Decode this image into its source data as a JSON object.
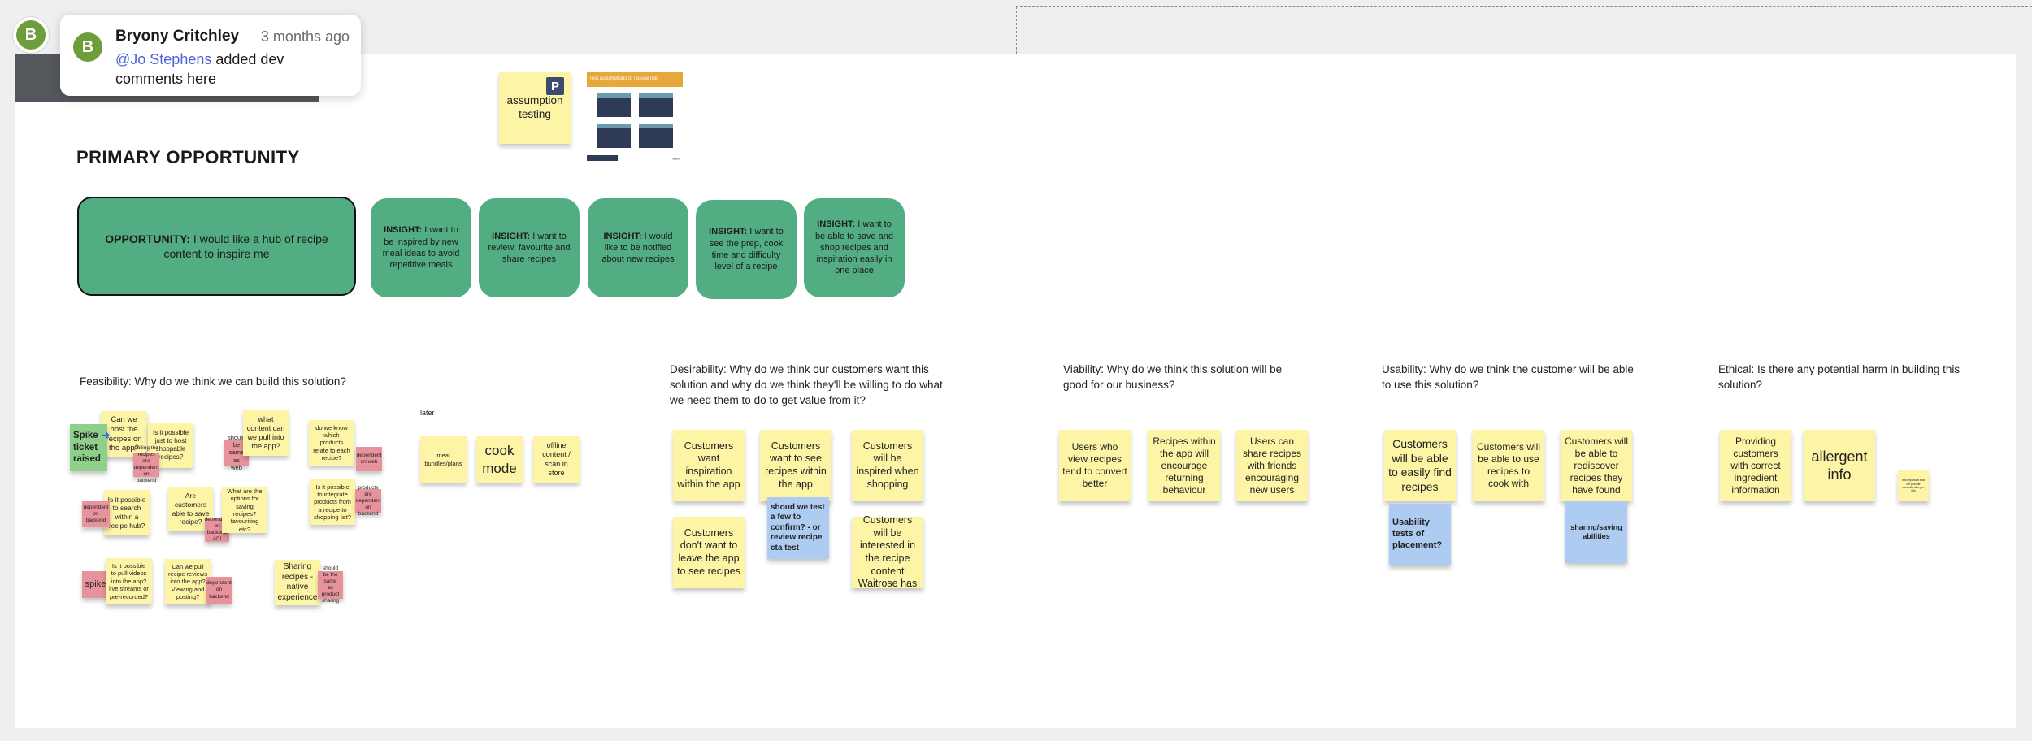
{
  "comment": {
    "avatar_initial": "B",
    "author": "Bryony Critchley",
    "time": "3 months ago",
    "mention": "@Jo Stephens",
    "text": " added dev comments here"
  },
  "top": {
    "assumption_sticky": "assumption testing",
    "p_icon": "P",
    "chart_header": "Test assumptions to reduce risk"
  },
  "primary": {
    "title": "PRIMARY OPPORTUNITY",
    "opportunity_label": "OPPORTUNITY:",
    "opportunity_text": " I would like a hub of recipe content to inspire me",
    "insights": [
      {
        "label": "INSIGHT:",
        "text": " I want to be inspired by new meal ideas to avoid repetitive meals"
      },
      {
        "label": "INSIGHT:",
        "text": " I want to review, favourite and share recipes"
      },
      {
        "label": "INSIGHT:",
        "text": " I would like to be notified about new recipes"
      },
      {
        "label": "INSIGHT:",
        "text": " I want to see the prep, cook time and difficulty level of a recipe"
      },
      {
        "label": "INSIGHT:",
        "text": " I want to be able to save and shop recipes and inspiration easily in one place"
      }
    ]
  },
  "sections": {
    "feasibility": "Feasibility: Why do we think we can build this solution?",
    "desirability": "Desirability: Why do we think our customers want this solution and why do we think they'll be willing to do what we need them to do to get value from it?",
    "viability": "Viability: Why do we think this solution will be good for our business?",
    "usability": "Usability: Why do we think the customer will be able to use this solution?",
    "ethical": "Ethical: Is there any potential harm in building this solution?"
  },
  "feasibility": {
    "spike_ticket": "Spike ticket raised",
    "stickies": [
      "Can we host the recipes on the app?",
      "Is it possible just to host shoppable recipes?",
      "should be same as web",
      "what content can we pull into the app?",
      "do we know which products relate to each recipe?",
      "Is it possible to search within a recipe hub?",
      "Are customers able to save recipe?",
      "What are the options for saving recipes? favouriting etc?",
      "Is it possible to integrate products from a recipe to shopping list?",
      "Is it possible to pull videos into the app? live streams or pre-recorded?",
      "Can we pull recipe reviews into the app? Viewing and posting?",
      "Sharing recipes - native experience"
    ],
    "pinks": [
      "pulling the recipes are dependent on backend",
      "dependent on web",
      "dependent on backend",
      "dependent on backend API",
      "products are dependent on backend",
      "spike",
      "dependent on backend",
      "should be the same as product sharing"
    ],
    "later_label": "later",
    "later": [
      "meal bundles/plans",
      "cook mode",
      "offline content / scan in store"
    ]
  },
  "desirability": {
    "stickies": [
      "Customers want inspiration within the app",
      "Customers want to see recipes within the app",
      "Customers will be inspired when shopping",
      "Customers don't want to leave the app to see recipes",
      "Customers will be interested in the recipe content Waitrose has"
    ],
    "blue": "shoud we test a few to confirm? - or review recipe cta test"
  },
  "viability": {
    "stickies": [
      "Users who view recipes tend to convert better",
      "Recipes within the app will encourage returning behaviour",
      "Users can share recipes with friends encouraging new users"
    ]
  },
  "usability": {
    "stickies": [
      "Customers will be able to easily find recipes",
      "Customers will be able to use recipes to cook with",
      "Customers will be able to rediscover recipes they have found"
    ],
    "blues": [
      "Usability tests of placement?",
      "sharing/saving abilities"
    ]
  },
  "ethical": {
    "stickies": [
      "Providing customers with correct ingredient information",
      "allergent info",
      "it is important that we provide accurate allergen info"
    ]
  }
}
